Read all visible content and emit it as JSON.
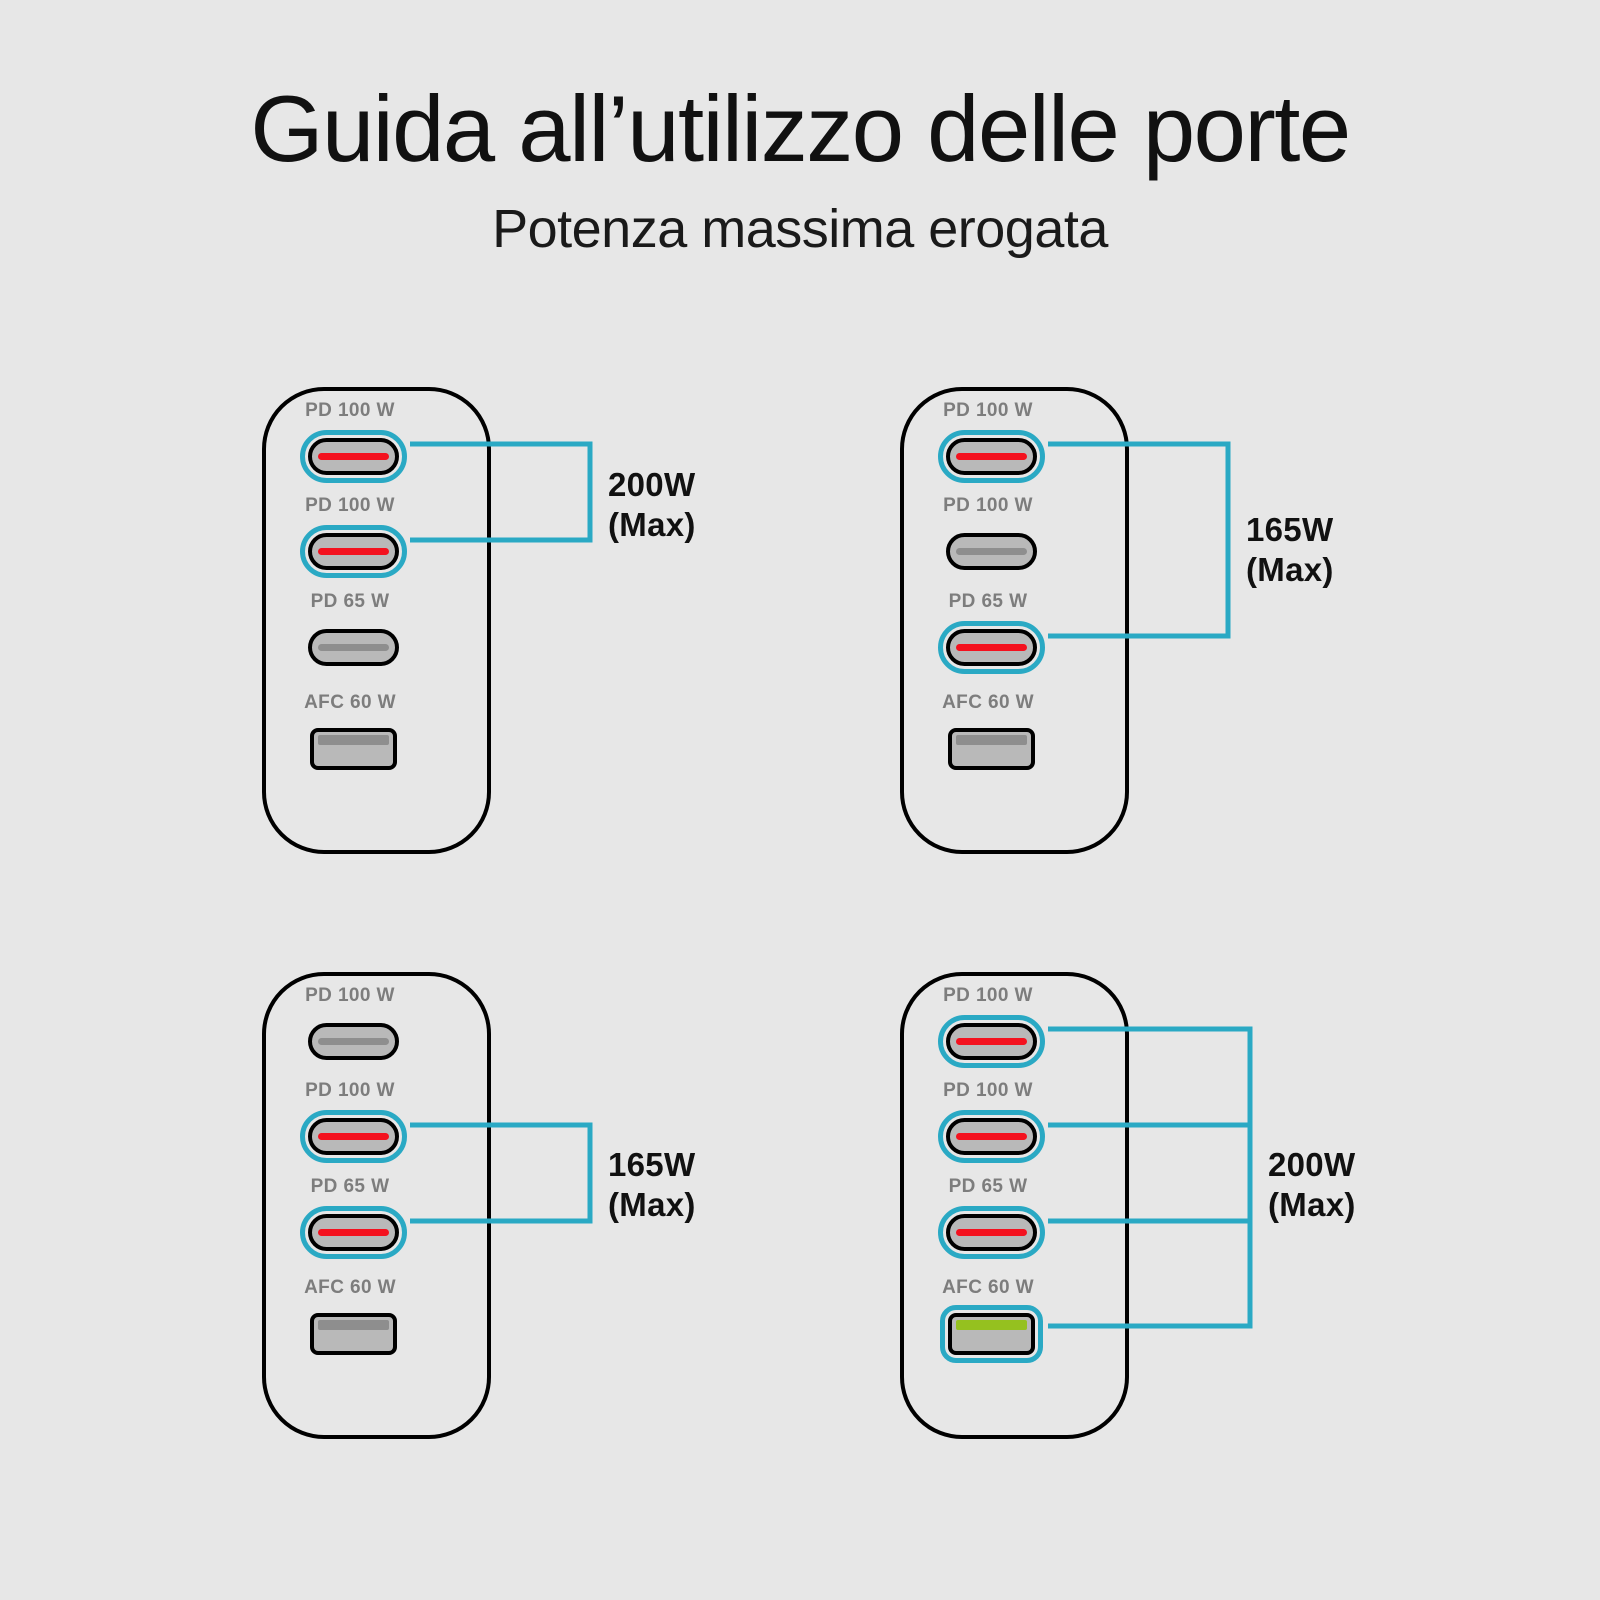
{
  "header": {
    "title": "Guida all’utilizzo delle porte",
    "subtitle": "Potenza massima erogata"
  },
  "colors": {
    "background": "#e7e7e7",
    "outline": "#000000",
    "accent_cyan": "#2aa9c4",
    "active_red": "#f4111e",
    "active_green": "#95c11f",
    "inactive_gray": "#8e8e8e",
    "port_fill": "#b9b9b9",
    "label_gray": "#7d7d7d"
  },
  "chart_data": {
    "type": "diagram",
    "title": "Guida all’utilizzo delle porte",
    "subtitle": "Potenza massima erogata",
    "port_order": [
      "PD 100 W",
      "PD 100 W",
      "PD 65 W",
      "AFC 60 W"
    ],
    "scenarios": [
      {
        "id": "scenario-1",
        "position": "top-left",
        "total": "200W",
        "total_note": "(Max)",
        "ports": [
          {
            "label": "PD 100 W",
            "type": "usb-c",
            "active": true,
            "indicator": "red"
          },
          {
            "label": "PD 100 W",
            "type": "usb-c",
            "active": true,
            "indicator": "red"
          },
          {
            "label": "PD 65 W",
            "type": "usb-c",
            "active": false,
            "indicator": "gray"
          },
          {
            "label": "AFC 60 W",
            "type": "usb-a",
            "active": false,
            "indicator": "gray"
          }
        ]
      },
      {
        "id": "scenario-2",
        "position": "top-right",
        "total": "165W",
        "total_note": "(Max)",
        "ports": [
          {
            "label": "PD 100 W",
            "type": "usb-c",
            "active": true,
            "indicator": "red"
          },
          {
            "label": "PD 100 W",
            "type": "usb-c",
            "active": false,
            "indicator": "gray"
          },
          {
            "label": "PD 65 W",
            "type": "usb-c",
            "active": true,
            "indicator": "red"
          },
          {
            "label": "AFC 60 W",
            "type": "usb-a",
            "active": false,
            "indicator": "gray"
          }
        ]
      },
      {
        "id": "scenario-3",
        "position": "bottom-left",
        "total": "165W",
        "total_note": "(Max)",
        "ports": [
          {
            "label": "PD 100 W",
            "type": "usb-c",
            "active": false,
            "indicator": "gray"
          },
          {
            "label": "PD 100 W",
            "type": "usb-c",
            "active": true,
            "indicator": "red"
          },
          {
            "label": "PD 65 W",
            "type": "usb-c",
            "active": true,
            "indicator": "red"
          },
          {
            "label": "AFC 60 W",
            "type": "usb-a",
            "active": false,
            "indicator": "gray"
          }
        ]
      },
      {
        "id": "scenario-4",
        "position": "bottom-right",
        "total": "200W",
        "total_note": "(Max)",
        "ports": [
          {
            "label": "PD 100 W",
            "type": "usb-c",
            "active": true,
            "indicator": "red"
          },
          {
            "label": "PD 100 W",
            "type": "usb-c",
            "active": true,
            "indicator": "red"
          },
          {
            "label": "PD 65 W",
            "type": "usb-c",
            "active": true,
            "indicator": "red"
          },
          {
            "label": "AFC 60 W",
            "type": "usb-a",
            "active": true,
            "indicator": "green"
          }
        ]
      }
    ]
  }
}
